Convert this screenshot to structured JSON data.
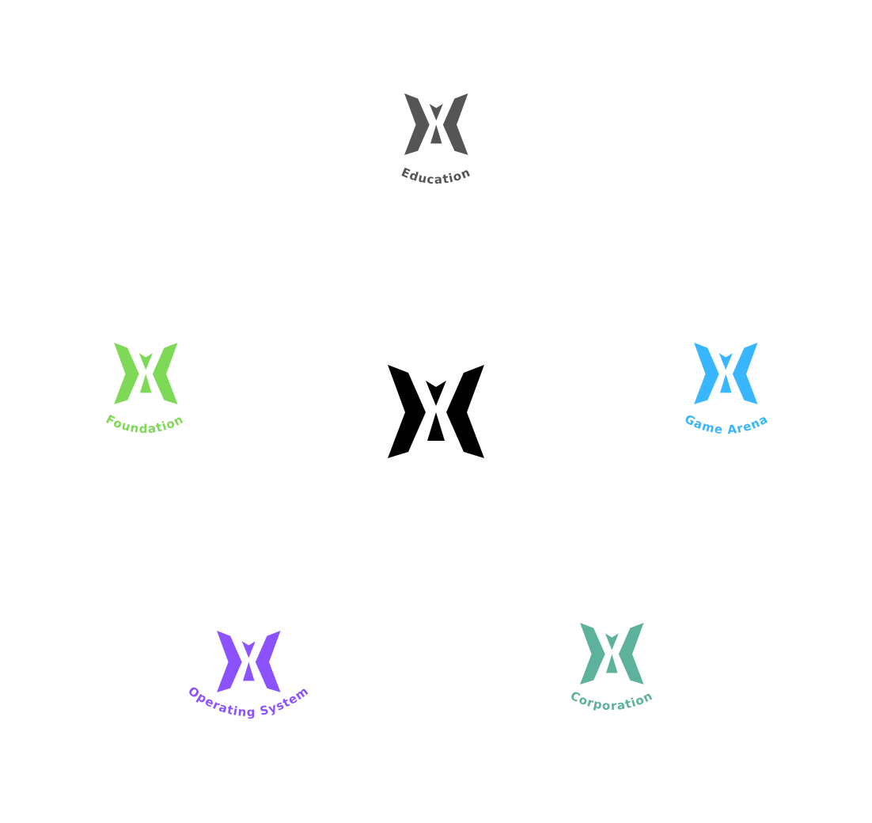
{
  "brand": {
    "center": {
      "name": "",
      "color": "#000000"
    },
    "variants": [
      {
        "key": "education",
        "label": "Education",
        "color": "#555555"
      },
      {
        "key": "foundation",
        "label": "Foundation",
        "color": "#7ed957"
      },
      {
        "key": "game-arena",
        "label": "Game Arena",
        "color": "#38b6ff"
      },
      {
        "key": "operating-system",
        "label": "Operating System",
        "color": "#8c52ff"
      },
      {
        "key": "corporation",
        "label": "Corporation",
        "color": "#5cb29a"
      }
    ]
  }
}
